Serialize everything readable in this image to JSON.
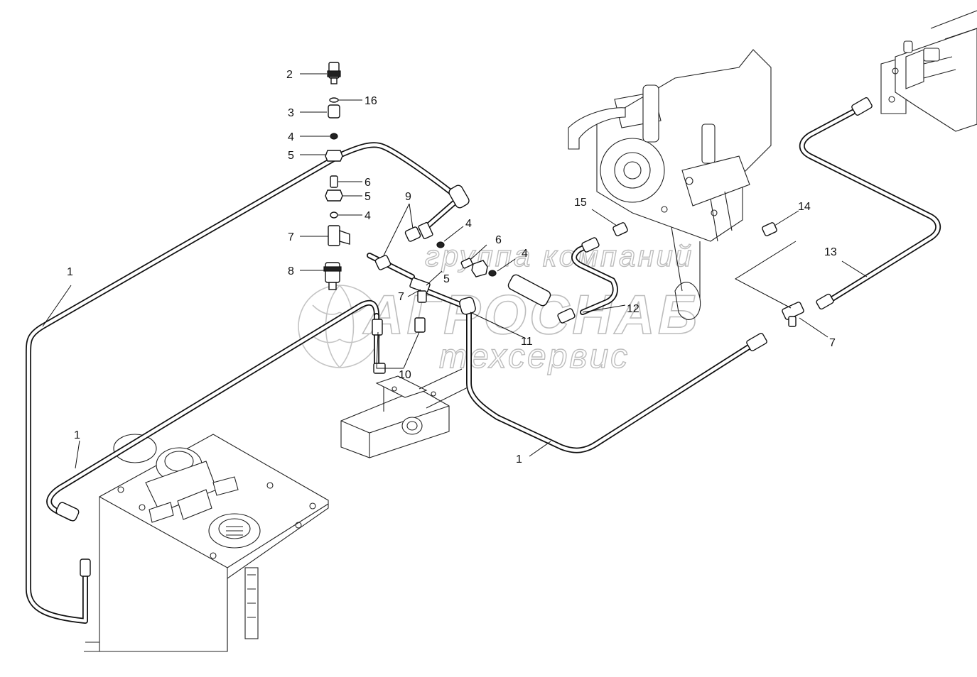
{
  "watermark": {
    "line1": "группа компаний",
    "line2": "АГРОСНАБ",
    "line3": "техсервис"
  },
  "callouts": [
    {
      "id": "c1",
      "text": "2"
    },
    {
      "id": "c2",
      "text": "16"
    },
    {
      "id": "c3",
      "text": "3"
    },
    {
      "id": "c4",
      "text": "4"
    },
    {
      "id": "c5",
      "text": "5"
    },
    {
      "id": "c6",
      "text": "6"
    },
    {
      "id": "c7",
      "text": "5"
    },
    {
      "id": "c8",
      "text": "4"
    },
    {
      "id": "c9",
      "text": "9"
    },
    {
      "id": "c10",
      "text": "7"
    },
    {
      "id": "c11",
      "text": "4"
    },
    {
      "id": "c12",
      "text": "8"
    },
    {
      "id": "c13",
      "text": "6"
    },
    {
      "id": "c14",
      "text": "4"
    },
    {
      "id": "c15",
      "text": "5"
    },
    {
      "id": "c16",
      "text": "1"
    },
    {
      "id": "c17",
      "text": "7"
    },
    {
      "id": "c18",
      "text": "15"
    },
    {
      "id": "c19",
      "text": "14"
    },
    {
      "id": "c20",
      "text": "13"
    },
    {
      "id": "c21",
      "text": "12"
    },
    {
      "id": "c22",
      "text": "11"
    },
    {
      "id": "c23",
      "text": "10"
    },
    {
      "id": "c24",
      "text": "7"
    },
    {
      "id": "c25",
      "text": "1"
    },
    {
      "id": "c26",
      "text": "1"
    }
  ]
}
